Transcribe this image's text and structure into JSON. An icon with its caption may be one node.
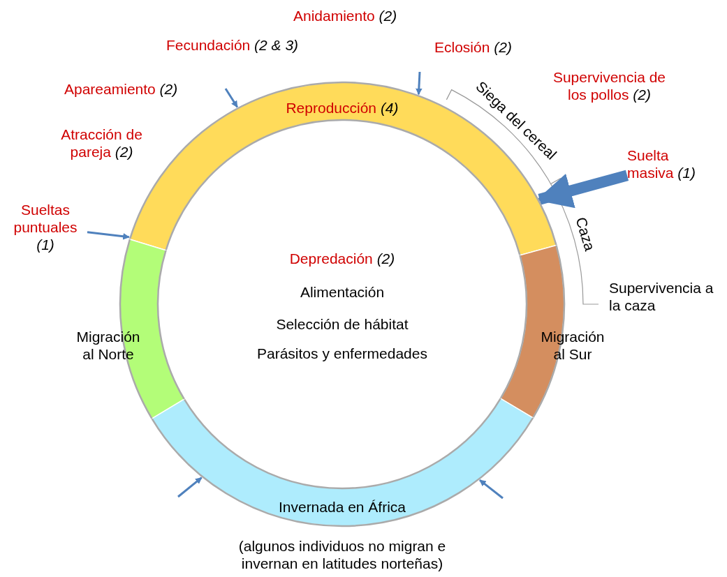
{
  "diagram": {
    "nodes": [
      {
        "text": [
          "Reproducción *(4)*"
        ]
      },
      {
        "text": [
          "Migración al Sur"
        ]
      },
      {
        "text": [
          "Invernada en África"
        ],
        "beside": [
          "(algunos individuos no migran e invernan en latitudes norteñas)"
        ]
      },
      {
        "text": [
          "Migración al Norte"
        ]
      },
      {
        "text": [
          "Sueltas puntuales *(1)*"
        ]
      },
      {
        "text": [
          "Suelta masiva *(1)*"
        ]
      }
    ],
    "edges": [
      {
        "from": 4,
        "to": 0,
        "arrow": "to"
      },
      {
        "from": 5,
        "to": 0,
        "arrow": "to",
        "style": "thick"
      },
      {
        "from": null,
        "to": 0,
        "arrow": "to"
      },
      {
        "from": null,
        "to": 0,
        "arrow": "to"
      },
      {
        "from": null,
        "to": 2,
        "arrow": "to"
      },
      {
        "from": null,
        "to": 2,
        "arrow": "to"
      }
    ],
    "labels": [
      "Anidamiento *(2)*",
      "Fecundación *(2 & 3)*",
      "Eclosión *(2)*",
      "Apareamiento *(2)*",
      "Siega del cereal",
      "Supervivencia de los pollos *(2)*",
      "Atracción de pareja *(2)*",
      "Caza",
      "Depredación *(2)*",
      "Supervivencia a la caza",
      "Alimentación",
      "Selección de hábitat",
      "Parásitos y enfermedades"
    ]
  }
}
